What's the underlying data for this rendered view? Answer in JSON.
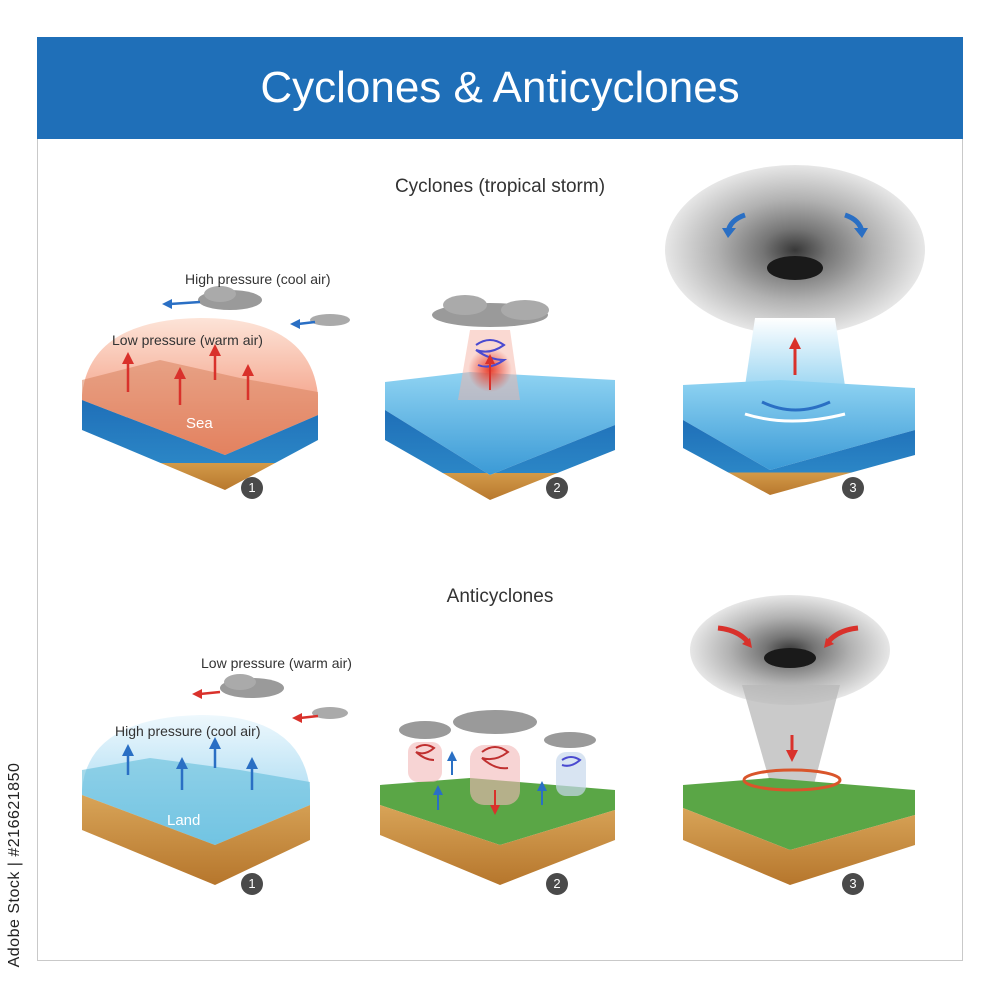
{
  "header": {
    "title": "Cyclones & Anticyclones"
  },
  "cyclones": {
    "title": "Cyclones (tropical storm)",
    "stage1": {
      "high_label": "High pressure (cool air)",
      "low_label": "Low pressure (warm air)",
      "surface_label": "Sea",
      "step": "1"
    },
    "stage2": {
      "step": "2"
    },
    "stage3": {
      "step": "3"
    }
  },
  "anticyclones": {
    "title": "Anticyclones",
    "stage1": {
      "low_label": "Low pressure (warm air)",
      "high_label": "High pressure (cool air)",
      "surface_label": "Land",
      "step": "1"
    },
    "stage2": {
      "step": "2"
    },
    "stage3": {
      "step": "3"
    }
  },
  "watermark": "Adobe Stock | #216621850",
  "colors": {
    "banner": "#1f6fb8",
    "sea": "#3b9ad6",
    "warm_air": "#f07a5a",
    "cool_air": "#bfe4f5",
    "land": "#5aa646",
    "soil": "#c98a3a",
    "arrow_red": "#d9312b",
    "arrow_blue": "#2a6fc4"
  }
}
